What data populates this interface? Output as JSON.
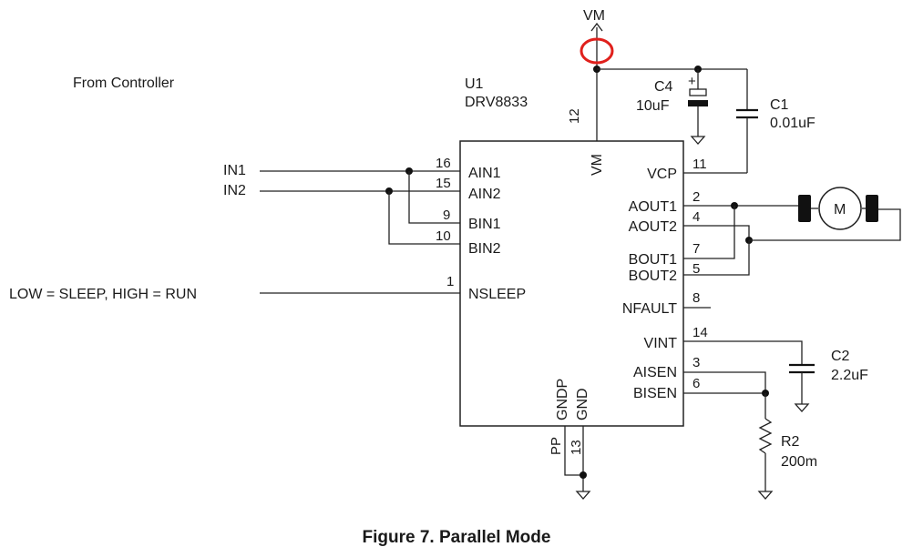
{
  "figure": {
    "caption": "Figure 7.  Parallel Mode",
    "controller_label": "From Controller",
    "supply_label": "VM"
  },
  "ic": {
    "ref": "U1",
    "part": "DRV8833",
    "left_pins": [
      {
        "num": "16",
        "name": "AIN1"
      },
      {
        "num": "15",
        "name": "AIN2"
      },
      {
        "num": "9",
        "name": "BIN1"
      },
      {
        "num": "10",
        "name": "BIN2"
      },
      {
        "num": "1",
        "name": "NSLEEP"
      }
    ],
    "right_pins": [
      {
        "num": "11",
        "name": "VCP"
      },
      {
        "num": "2",
        "name": "AOUT1"
      },
      {
        "num": "4",
        "name": "AOUT2"
      },
      {
        "num": "7",
        "name": "BOUT1"
      },
      {
        "num": "5",
        "name": "BOUT2"
      },
      {
        "num": "8",
        "name": "NFAULT"
      },
      {
        "num": "14",
        "name": "VINT"
      },
      {
        "num": "3",
        "name": "AISEN"
      },
      {
        "num": "6",
        "name": "BISEN"
      }
    ],
    "top_pin": {
      "num": "12",
      "name": "VM"
    },
    "bottom_pins": [
      {
        "num": "PP",
        "name": "GNDP"
      },
      {
        "num": "13",
        "name": "GND"
      }
    ]
  },
  "inputs": {
    "in1": "IN1",
    "in2": "IN2",
    "nsleep": "LOW = SLEEP, HIGH = RUN"
  },
  "components": {
    "c4": {
      "ref": "C4",
      "value": "10uF",
      "polarity": "+"
    },
    "c1": {
      "ref": "C1",
      "value": "0.01uF"
    },
    "c2": {
      "ref": "C2",
      "value": "2.2uF"
    },
    "r2": {
      "ref": "R2",
      "value": "200m"
    },
    "motor": {
      "label": "M"
    }
  },
  "annotation_color": "#e0201c"
}
